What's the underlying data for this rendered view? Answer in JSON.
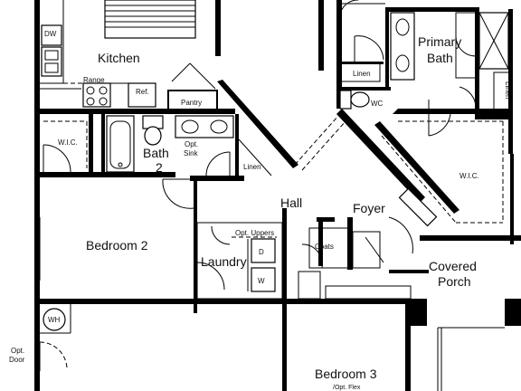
{
  "labels": {
    "kitchen": "Kitchen",
    "dw": "DW",
    "range": "Range",
    "ref": "Ref.",
    "pantry": "Pantry",
    "wic_left": "W.I.C.",
    "bath2_line1": "Bath",
    "bath2_line2": "2",
    "opt_sink_line1": "Opt.",
    "opt_sink_line2": "Sink",
    "linen_hall": "Linen",
    "hall": "Hall",
    "foyer": "Foyer",
    "bedroom2": "Bedroom 2",
    "opt_uppers": "Opt. Uppers",
    "dryer": "D",
    "washer": "W",
    "laundry": "Laundry",
    "coats": "Coats",
    "covered_porch_line1": "Covered",
    "covered_porch_line2": "Porch",
    "wh": "WH",
    "opt_door_line1": "Opt.",
    "opt_door_line2": "Door",
    "bedroom3": "Bedroom 3",
    "opt_flex": "/Opt. Flex",
    "primary_bath_line1": "Primary",
    "primary_bath_line2": "Bath",
    "linen_primary": "Linen",
    "wc": "WC",
    "linen_vertical": "Linen",
    "wic_primary": "W.I.C."
  }
}
